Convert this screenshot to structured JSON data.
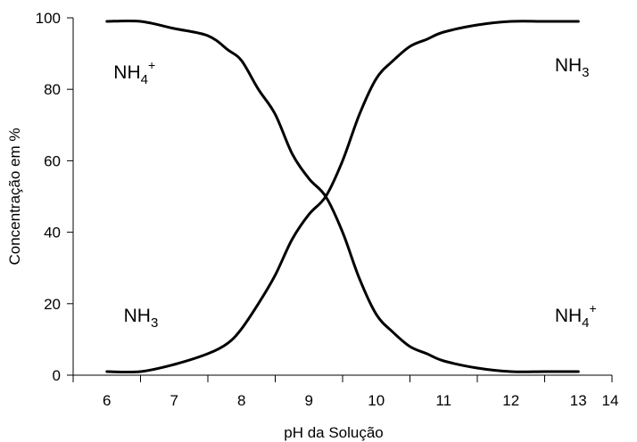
{
  "chart_data": {
    "type": "line",
    "title": "",
    "xlabel": "pH da Solução",
    "ylabel": "Concentração em %",
    "xlim": [
      6,
      14
    ],
    "ylim": [
      0,
      100
    ],
    "x_ticks": [
      "6",
      "7",
      "8",
      "9",
      "10",
      "11",
      "12",
      "13",
      "14"
    ],
    "y_ticks": [
      "0",
      "20",
      "40",
      "60",
      "80",
      "100"
    ],
    "grid": false,
    "legend": "none",
    "colors": {
      "line": "#000000",
      "axis": "#000000"
    },
    "series": [
      {
        "x": [
          6,
          6.5,
          7,
          7.5,
          7.8,
          8,
          8.25,
          8.5,
          8.75,
          9,
          9.25,
          9.5,
          9.75,
          10,
          10.25,
          10.5,
          10.75,
          11,
          11.5,
          12,
          12.5,
          13
        ],
        "values": [
          99,
          99,
          97,
          95,
          91,
          88,
          80,
          73,
          62,
          55,
          50,
          40,
          27,
          17,
          12,
          8,
          6,
          4,
          2,
          1,
          1,
          1
        ]
      },
      {
        "x": [
          6,
          6.5,
          7,
          7.5,
          7.8,
          8,
          8.25,
          8.5,
          8.75,
          9,
          9.25,
          9.5,
          9.75,
          10,
          10.25,
          10.5,
          10.75,
          11,
          11.5,
          12,
          12.5,
          13
        ],
        "values": [
          1,
          1,
          3,
          6,
          9,
          13,
          20,
          28,
          38,
          45,
          50,
          60,
          73,
          83,
          88,
          92,
          94,
          96,
          98,
          99,
          99,
          99
        ]
      }
    ],
    "annotations": [
      {
        "base": "NH",
        "sub": "4",
        "sup": "+",
        "x": 6.6,
        "y": 83
      },
      {
        "base": "NH",
        "sub": "3",
        "sup": "",
        "x": 13.15,
        "y": 85
      },
      {
        "base": "NH",
        "sub": "3",
        "sup": "",
        "x": 6.75,
        "y": 15
      },
      {
        "base": "NH",
        "sub": "4",
        "sup": "+",
        "x": 13.15,
        "y": 15
      }
    ]
  }
}
